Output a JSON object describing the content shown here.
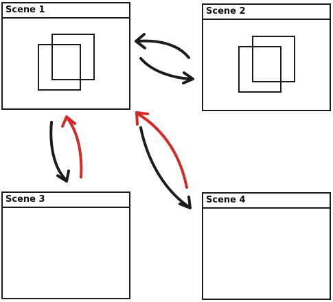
{
  "scenes": [
    {
      "title": "Scene 1"
    },
    {
      "title": "Scene 2"
    },
    {
      "title": "Scene 3"
    },
    {
      "title": "Scene 4"
    }
  ],
  "colors": {
    "outline": "#1a1a1a",
    "arrow_black": "#1c1c1c",
    "arrow_red": "#d42a2a"
  },
  "arrows": [
    {
      "from": "Scene 2",
      "to": "Scene 1",
      "color": "black"
    },
    {
      "from": "Scene 1",
      "to": "Scene 2",
      "color": "black"
    },
    {
      "from": "Scene 1",
      "to": "Scene 3",
      "color": "black"
    },
    {
      "from": "Scene 3",
      "to": "Scene 1",
      "color": "red"
    },
    {
      "from": "Scene 1",
      "to": "Scene 4",
      "color": "black"
    },
    {
      "from": "Scene 4",
      "to": "Scene 1",
      "color": "red"
    }
  ]
}
